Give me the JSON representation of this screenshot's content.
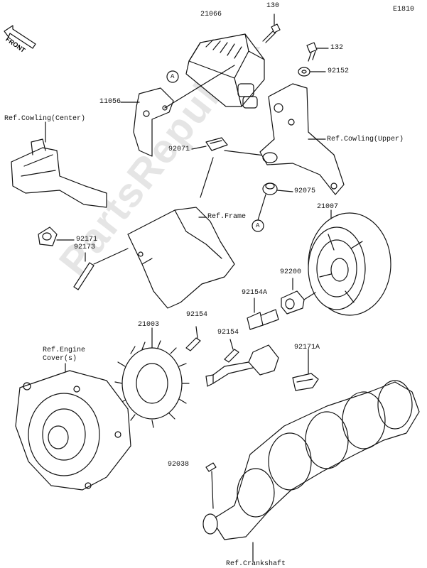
{
  "diagram_code": "E1810",
  "front_label": "FRONT",
  "watermark": "PartsRepublik",
  "callouts": {
    "p21066": "21066",
    "p130": "130",
    "p132": "132",
    "p92152": "92152",
    "p11056": "11056",
    "ref_cowling_center": "Ref.Cowling(Center)",
    "p92071": "92071",
    "ref_cowling_upper": "Ref.Cowling(Upper)",
    "p92075": "92075",
    "p21007": "21007",
    "ref_frame": "Ref.Frame",
    "p92171": "92171",
    "p92173": "92173",
    "p92200": "92200",
    "p92154a": "92154A",
    "p92154_1": "92154",
    "p92154_2": "92154",
    "p21003": "21003",
    "ref_engine_cover": "Ref.Engine\nCover(s)",
    "p92171a": "92171A",
    "p92038": "92038",
    "ref_crankshaft": "Ref.Crankshaft",
    "marker_a1": "A",
    "marker_a2": "A"
  }
}
